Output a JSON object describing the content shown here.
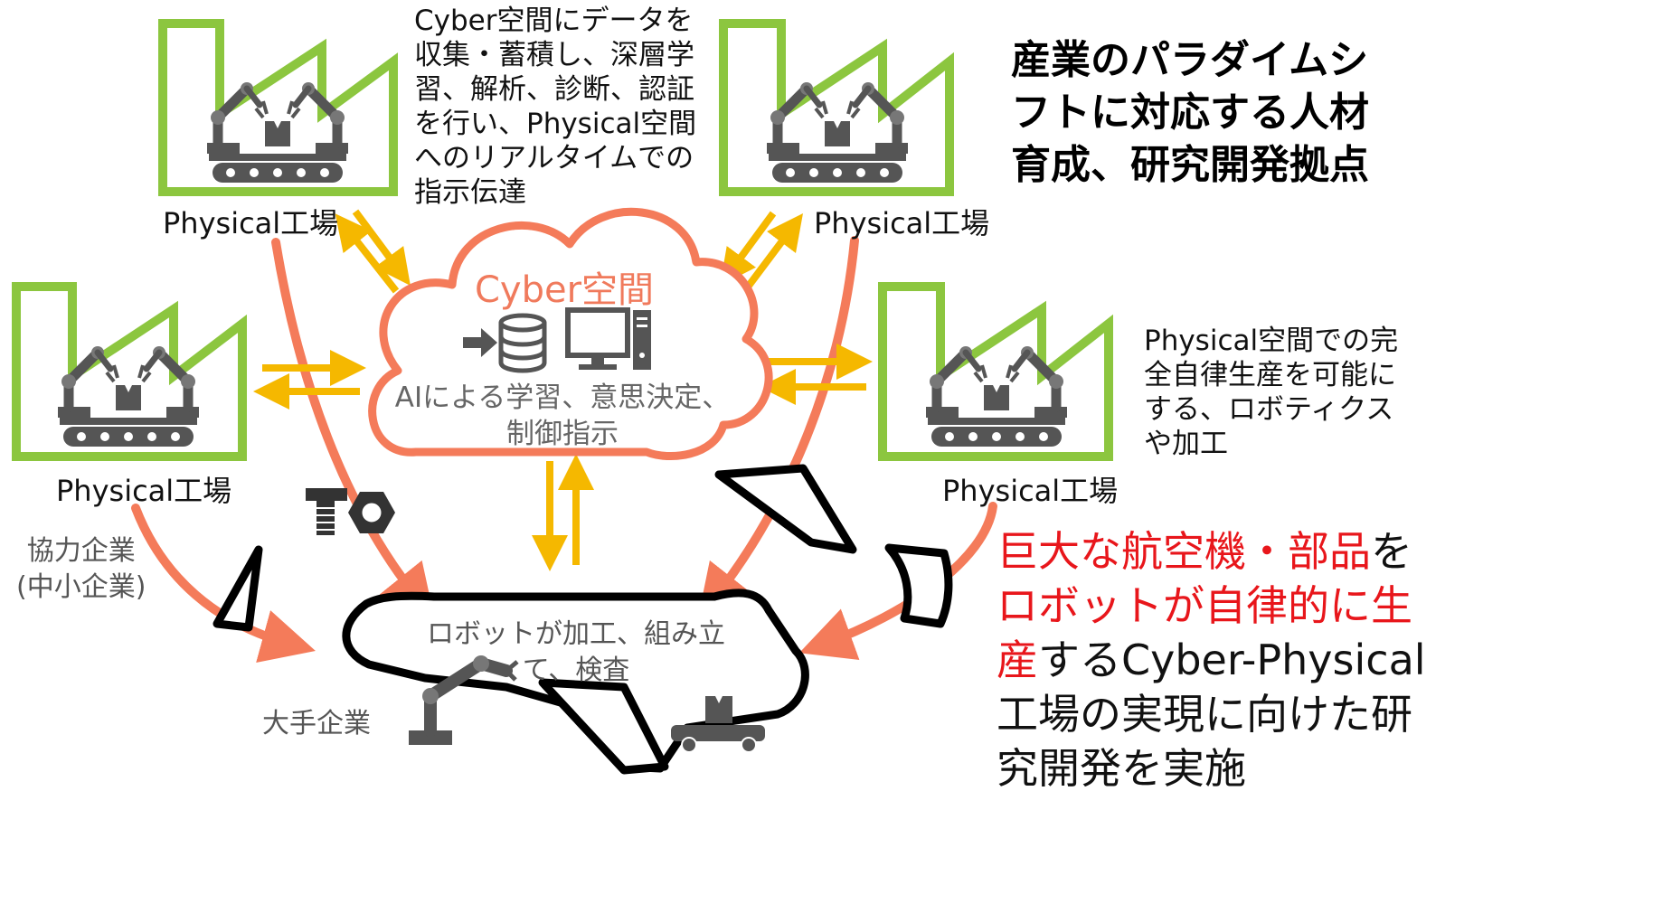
{
  "headline": [
    "産業のパラダイムシ",
    "フトに対応する人材",
    "育成、研究開発拠点"
  ],
  "factories": [
    {
      "label": "Physical工場"
    },
    {
      "label": "Physical工場"
    },
    {
      "label": "Physical工場"
    },
    {
      "label": "Physical工場"
    }
  ],
  "cyber_note": [
    "Cyber空間にデータを",
    "収集・蓄積し、深層学",
    "習、解析、診断、認証",
    "を行い、Physical空間",
    "へのリアルタイムでの",
    "指示伝達"
  ],
  "cloud": {
    "title": "Cyber空間",
    "body": [
      "AIによる学習、意思決定、",
      "制御指示"
    ]
  },
  "physical_note": [
    "Physical空間での完",
    "全自律生産を可能に",
    "する、ロボティクス",
    "や加工"
  ],
  "partner": [
    "協力企業",
    "(中小企業)"
  ],
  "major": "大手企業",
  "plane_text": [
    "ロボットが加工、組み立",
    "て、検査"
  ],
  "bottom": {
    "line1_red": "巨大な航空機・部品",
    "line1_black": "を",
    "line2_red": "ロボットが自律的に生",
    "line3_red": "産",
    "line3_black": "するCyber-Physical",
    "line4": "工場の実現に向けた研",
    "line5": "究開発を実施"
  },
  "colors": {
    "factory_outline": "#8cc63f",
    "flow_arrow": "#f47b5a",
    "exchange_arrow": "#f5b800",
    "cloud_outline": "#f47b5a",
    "emphasis_text": "#e8161b"
  },
  "icons": [
    "factory-icon",
    "robot-arm-icon",
    "conveyor-icon",
    "database-import-icon",
    "computer-icon",
    "bolt-icon",
    "nut-icon",
    "airplane-icon",
    "automated-cart-icon"
  ]
}
